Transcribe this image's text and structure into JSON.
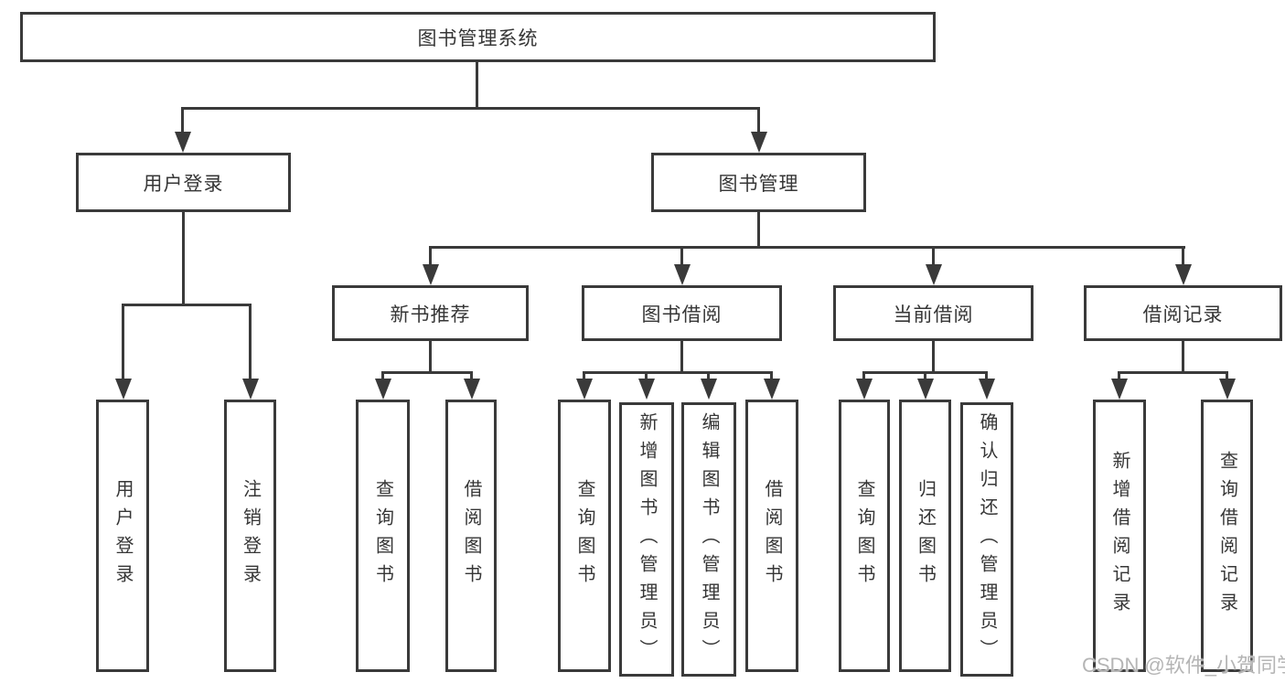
{
  "diagram_title": "图书管理系统",
  "colors": {
    "line": "#3a3a3a",
    "text": "#363636",
    "background": "#ffffff",
    "watermark": "#b5b5b5"
  },
  "tree": {
    "label": "图书管理系统",
    "children": [
      {
        "label": "用户登录",
        "children": [
          {
            "label": "用户登录"
          },
          {
            "label": "注销登录"
          }
        ]
      },
      {
        "label": "图书管理",
        "children": [
          {
            "label": "新书推荐",
            "children": [
              {
                "label": "查询图书"
              },
              {
                "label": "借阅图书"
              }
            ]
          },
          {
            "label": "图书借阅",
            "children": [
              {
                "label": "查询图书"
              },
              {
                "label": "新增图书（管理员）"
              },
              {
                "label": "编辑图书（管理员）"
              },
              {
                "label": "借阅图书"
              }
            ]
          },
          {
            "label": "当前借阅",
            "children": [
              {
                "label": "查询图书"
              },
              {
                "label": "归还图书"
              },
              {
                "label": "确认归还（管理员）"
              }
            ]
          },
          {
            "label": "借阅记录",
            "children": [
              {
                "label": "新增借阅记录"
              },
              {
                "label": "查询借阅记录"
              }
            ]
          }
        ]
      }
    ]
  },
  "watermark": {
    "text": "CSDN @软件_小贺同学"
  }
}
